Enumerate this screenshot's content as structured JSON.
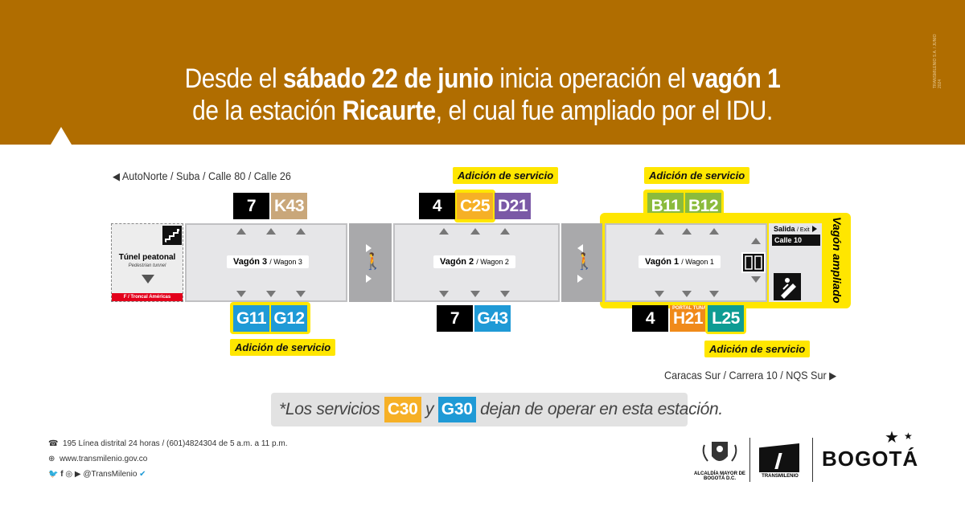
{
  "header": {
    "line1_a": "Desde el ",
    "line1_b": "sábado 22 de junio",
    "line1_c": " inicia operación el ",
    "line1_d": "vagón 1",
    "line2_a": "de la estación ",
    "line2_b": "Ricaurte",
    "line2_c": ", el cual fue ampliado por el IDU.",
    "side_code": "TRANSMILENIO S.A. / JUNIO 2024"
  },
  "directions": {
    "north": "AutoNorte / Suba / Calle 80 / Calle 26",
    "north_arrow": "◀",
    "south": "Caracas Sur / Carrera 10 / NQS Sur",
    "south_arrow": "▶"
  },
  "addition_label": "Adición de servicio",
  "routes": {
    "w3_top": [
      "7",
      "K43"
    ],
    "w3_bottom": [
      "G11",
      "G12"
    ],
    "w2_top": [
      "4",
      "C25",
      "D21"
    ],
    "w2_bottom": [
      "7",
      "G43"
    ],
    "w1_top": [
      "B11",
      "B12"
    ],
    "w1_bottom": [
      "4",
      "H21",
      "L25"
    ],
    "portal_tag": "PORTAL TUNAL"
  },
  "wagons": {
    "w3": {
      "name": "Vagón 3",
      "en": "/ Wagon 3"
    },
    "w2": {
      "name": "Vagón 2",
      "en": "/ Wagon 2"
    },
    "w1": {
      "name": "Vagón 1",
      "en": "/ Wagon 1"
    }
  },
  "tunnel": {
    "title": "Túnel peatonal",
    "subtitle": "Pedestrian tunnel",
    "red_label": "F / Troncal Américas"
  },
  "exit": {
    "salida": "Salida",
    "exit_en": "/ Exit",
    "street": "Calle 10",
    "ampliado": "Vagón ampliado"
  },
  "notice": {
    "prefix": "*Los servicios ",
    "chip1": "C30",
    "mid": " y ",
    "chip2": "G30",
    "suffix": " dejan de operar en esta estación."
  },
  "footer": {
    "phone": "195 Línea distrital 24 horas / (601)4824304 de 5 a.m. a 11 p.m.",
    "web": "www.transmilenio.gov.co",
    "social": "@TransMilenio"
  },
  "logos": {
    "alcaldia": "ALCALDÍA MAYOR DE BOGOTÁ D.C.",
    "transmilenio": "TRANSMILENIO",
    "bogota": "BOGOTÁ"
  },
  "colors": {
    "header": "#b06d00",
    "highlight": "#ffe600",
    "black_route": "#000000",
    "k_route": "#c9a77a",
    "c_route": "#f6b026",
    "d_route": "#7a59a6",
    "b_route": "#8bbb3c",
    "g_route": "#1f9ad6",
    "h_route": "#f08a1a",
    "l_route": "#0e9c93"
  }
}
